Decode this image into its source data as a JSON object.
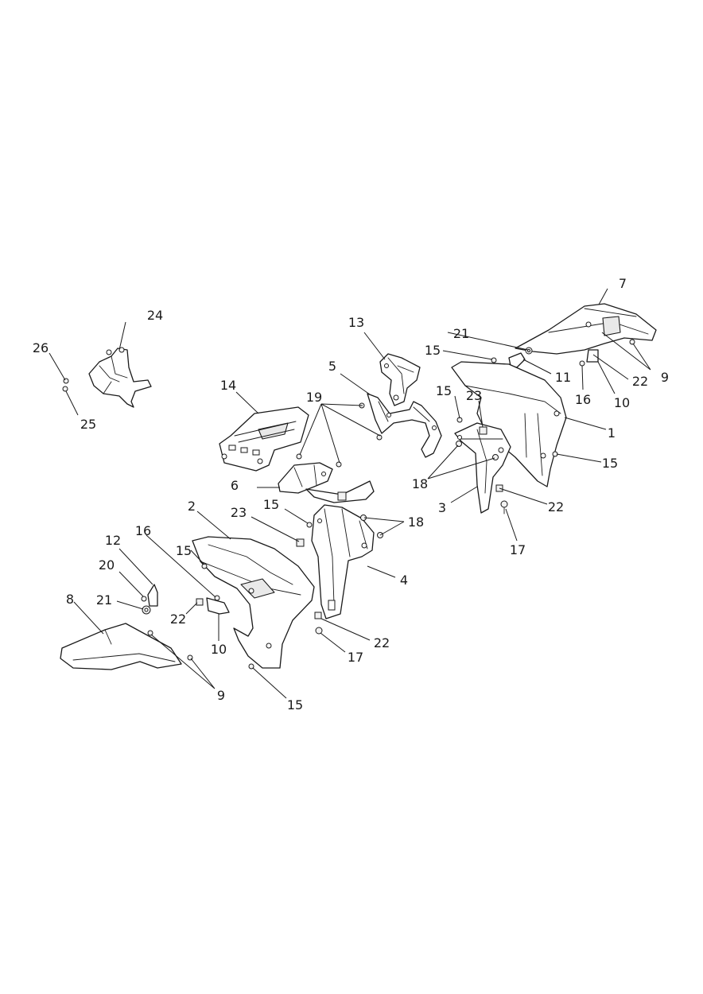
{
  "diagram": {
    "callouts": {
      "c1": "1",
      "c2": "2",
      "c3": "3",
      "c4": "4",
      "c5": "5",
      "c6": "6",
      "c7": "7",
      "c8": "8",
      "c9a": "9",
      "c9b": "9",
      "c10a": "10",
      "c10b": "10",
      "c11": "11",
      "c12": "12",
      "c13": "13",
      "c14": "14",
      "c15a": "15",
      "c15b": "15",
      "c15c": "15",
      "c15d": "15",
      "c15e": "15",
      "c15f": "15",
      "c16a": "16",
      "c16b": "16",
      "c17a": "17",
      "c17b": "17",
      "c18a": "18",
      "c18b": "18",
      "c19": "19",
      "c20": "20",
      "c21a": "21",
      "c21b": "21",
      "c22a": "22",
      "c22b": "22",
      "c22c": "22",
      "c22d": "22",
      "c23a": "23",
      "c23b": "23",
      "c24": "24",
      "c25": "25",
      "c26": "26"
    }
  }
}
